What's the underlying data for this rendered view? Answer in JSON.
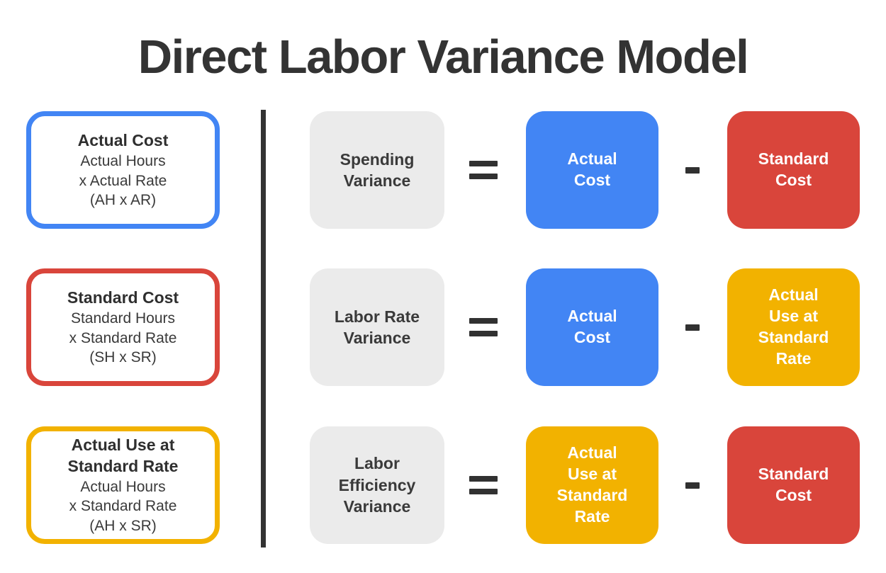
{
  "title": "Direct Labor Variance Model",
  "colors": {
    "blue": "#4285F4",
    "red": "#D9453B",
    "yellow": "#F2B200",
    "gray": "#EBEBEB",
    "dark": "#333333"
  },
  "definitions": [
    {
      "name": "actual-cost",
      "accent": "blue",
      "heading_lines": [
        "Actual Cost"
      ],
      "detail_lines": [
        "Actual Hours",
        "x Actual Rate",
        "(AH x AR)"
      ]
    },
    {
      "name": "standard-cost",
      "accent": "red",
      "heading_lines": [
        "Standard Cost"
      ],
      "detail_lines": [
        "Standard Hours",
        "x Standard Rate",
        "(SH x SR)"
      ]
    },
    {
      "name": "actual-use-at-standard-rate",
      "accent": "yellow",
      "heading_lines": [
        "Actual Use at",
        "Standard Rate"
      ],
      "detail_lines": [
        "Actual Hours",
        "x Standard Rate",
        "(AH x SR)"
      ]
    }
  ],
  "equations": [
    {
      "name": "spending-variance",
      "result_lines": [
        "Spending",
        "Variance"
      ],
      "equals": "=",
      "operand1": {
        "color": "blue",
        "label": "Actual Cost",
        "label_lines": [
          "Actual",
          "Cost"
        ]
      },
      "operator": "-",
      "operand2": {
        "color": "red",
        "label": "Standard Cost",
        "label_lines": [
          "Standard",
          "Cost"
        ]
      }
    },
    {
      "name": "labor-rate-variance",
      "result_lines": [
        "Labor Rate",
        "Variance"
      ],
      "equals": "=",
      "operand1": {
        "color": "blue",
        "label": "Actual Cost",
        "label_lines": [
          "Actual",
          "Cost"
        ]
      },
      "operator": "-",
      "operand2": {
        "color": "yellow",
        "label": "Actual Use at Standard Rate",
        "label_lines": [
          "Actual",
          "Use at",
          "Standard",
          "Rate"
        ]
      }
    },
    {
      "name": "labor-efficiency-variance",
      "result_lines": [
        "Labor",
        "Efficiency",
        "Variance"
      ],
      "equals": "=",
      "operand1": {
        "color": "yellow",
        "label": "Actual Use at Standard Rate",
        "label_lines": [
          "Actual",
          "Use at",
          "Standard",
          "Rate"
        ]
      },
      "operator": "-",
      "operand2": {
        "color": "red",
        "label": "Standard Cost",
        "label_lines": [
          "Standard",
          "Cost"
        ]
      }
    }
  ]
}
